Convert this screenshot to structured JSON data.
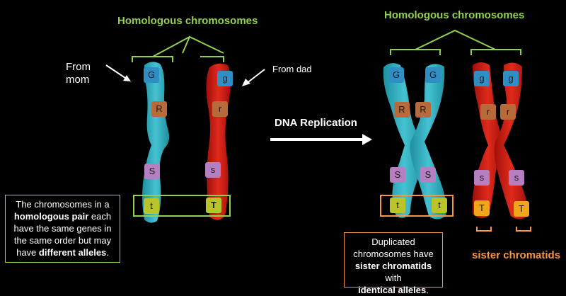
{
  "titles": {
    "left": "Homologous chromosomes",
    "right": "Homologous chromosomes"
  },
  "labels": {
    "from_mom": "From\nmom",
    "from_dad": "From dad",
    "dna_replication": "DNA Replication",
    "sister_chromatids": "sister chromatids"
  },
  "left_box": {
    "line1": "The chromosomes in a",
    "line2_bold": "homologous pair",
    "line2_rest": " each",
    "line3": "have the same genes in",
    "line4": "the same order but may",
    "line5_pre": "have ",
    "line5_bold": "different alleles",
    "line5_post": "."
  },
  "right_box": {
    "line1": "Duplicated",
    "line2": "chromosomes have",
    "line3_bold": "sister chromatids",
    "line3_rest": " with",
    "line4_bold": "identical alleles",
    "line4_post": "."
  },
  "alleles": {
    "mom": [
      "G",
      "R",
      "S",
      "t"
    ],
    "dad": [
      "g",
      "r",
      "s",
      "T"
    ]
  },
  "colors": {
    "cyan_chromosome": "#2aa3b4",
    "red_chromosome": "#c0150f",
    "green": "#92d050",
    "orange": "#f79646",
    "allele_G": "#2f8fc4",
    "allele_R": "#b86a3b",
    "allele_S": "#b57fc2",
    "allele_T": "#b9c42a"
  }
}
